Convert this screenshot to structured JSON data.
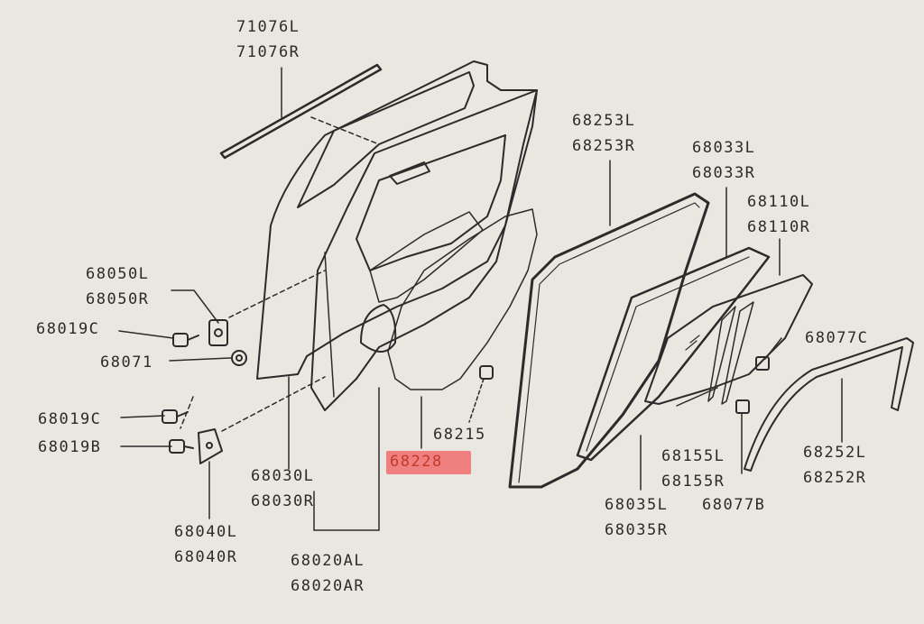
{
  "colors": {
    "background": "#e9e7df",
    "line": "#2b2b2b",
    "highlight": "#f08080",
    "highlight_text": "#c0392b"
  },
  "labels": {
    "p71076L": "71076L",
    "p71076R": "71076R",
    "p68253L": "68253L",
    "p68253R": "68253R",
    "p68033L": "68033L",
    "p68033R": "68033R",
    "p68110L": "68110L",
    "p68110R": "68110R",
    "p68050L": "68050L",
    "p68050R": "68050R",
    "p68019C_a": "68019C",
    "p68071": "68071",
    "p68077C": "68077C",
    "p68019C_b": "68019C",
    "p68019B": "68019B",
    "p68215": "68215",
    "p68228": "68228",
    "p68030L": "68030L",
    "p68030R": "68030R",
    "p68155L": "68155L",
    "p68155R": "68155R",
    "p68252L": "68252L",
    "p68252R": "68252R",
    "p68035L": "68035L",
    "p68035R": "68035R",
    "p68077B": "68077B",
    "p68040L": "68040L",
    "p68040R": "68040R",
    "p68020AL": "68020AL",
    "p68020AR": "68020AR"
  }
}
